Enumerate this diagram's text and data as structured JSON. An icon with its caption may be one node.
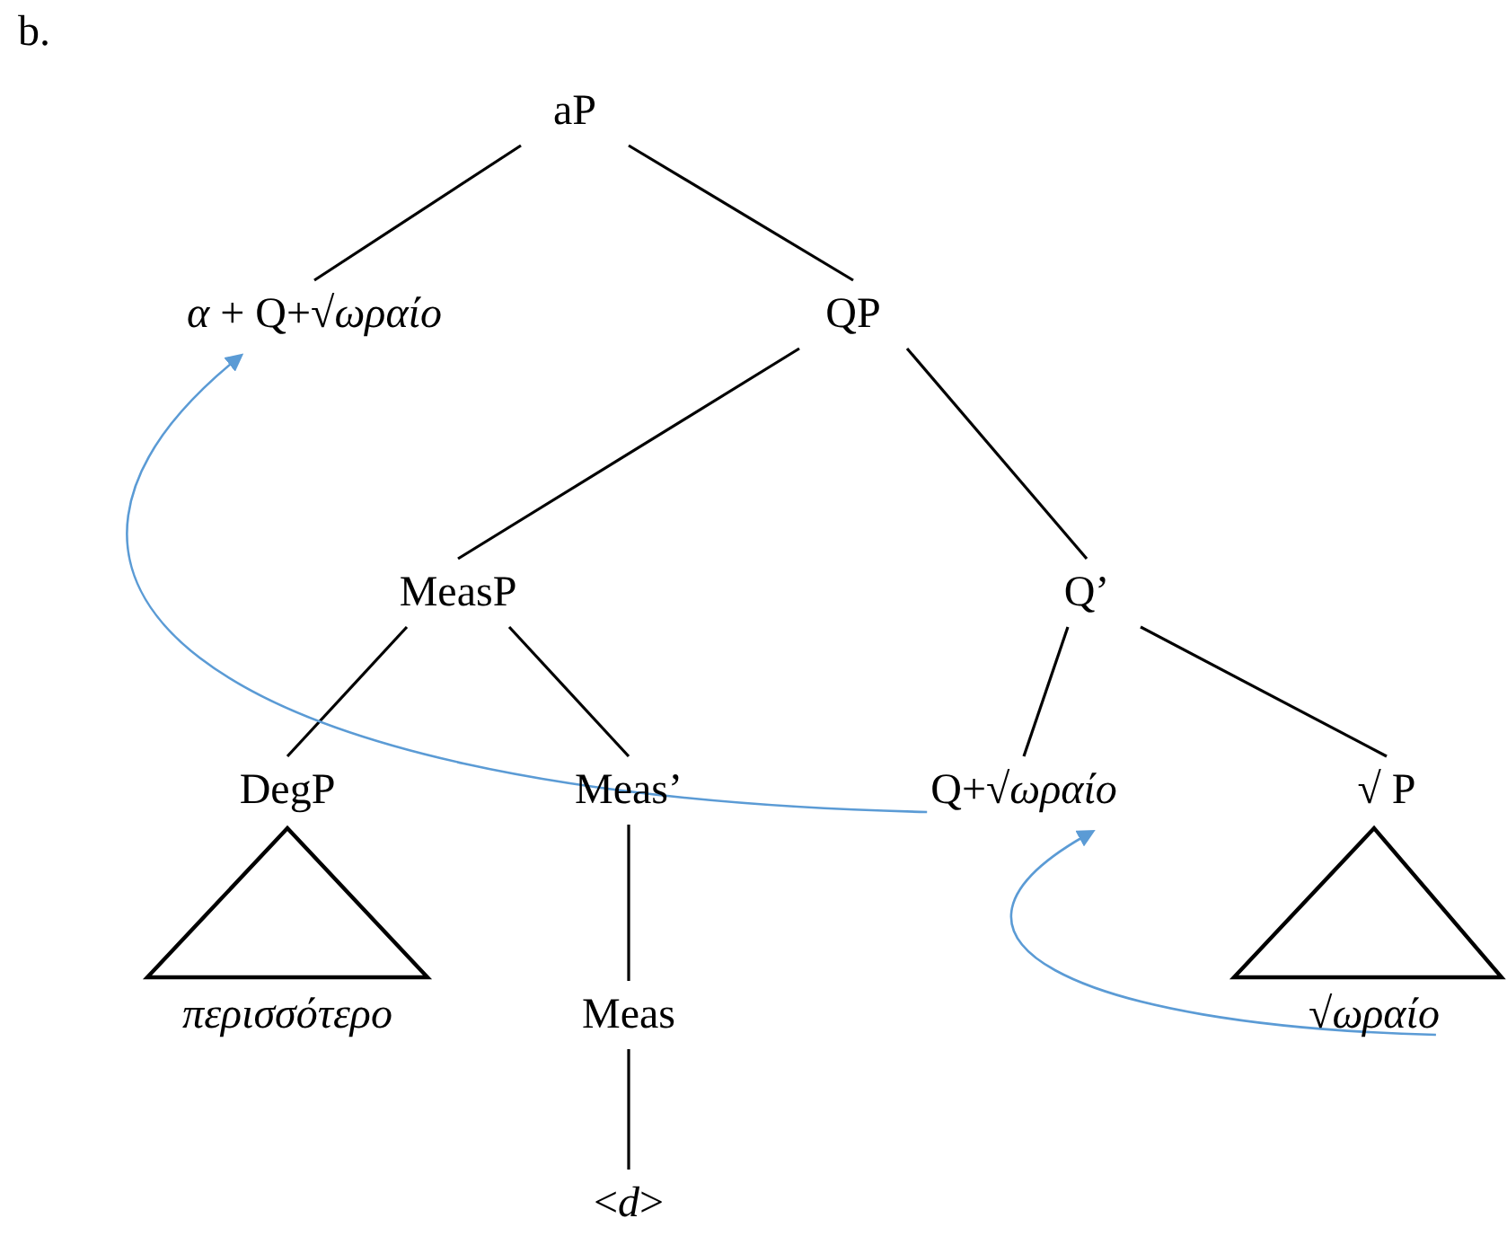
{
  "diagram": {
    "nodes": [
      {
        "text": [
          "aP"
        ]
      },
      {
        "text": [
          "*α* + Q+√*ωραίο*"
        ]
      },
      {
        "text": [
          "QP"
        ]
      },
      {
        "text": [
          "MeasP"
        ]
      },
      {
        "text": [
          "Q’"
        ]
      },
      {
        "text": [
          "DegP"
        ]
      },
      {
        "text": [
          "Meas’"
        ]
      },
      {
        "text": [
          "Q+√*ωραίο*"
        ]
      },
      {
        "text": [
          "√ P"
        ]
      },
      {
        "text": [
          "*περισσότερο*"
        ]
      },
      {
        "text": [
          "Meas"
        ]
      },
      {
        "text": [
          "<*d*>"
        ]
      },
      {
        "text": [
          "√*ωραίο*"
        ]
      }
    ],
    "edges": [
      {
        "from": 0,
        "to": 1,
        "arrow": "none"
      },
      {
        "from": 0,
        "to": 2,
        "arrow": "none"
      },
      {
        "from": 2,
        "to": 3,
        "arrow": "none"
      },
      {
        "from": 2,
        "to": 4,
        "arrow": "none"
      },
      {
        "from": 3,
        "to": 5,
        "arrow": "none"
      },
      {
        "from": 3,
        "to": 6,
        "arrow": "none"
      },
      {
        "from": 4,
        "to": 7,
        "arrow": "none"
      },
      {
        "from": 4,
        "to": 8,
        "arrow": "none"
      },
      {
        "from": 6,
        "to": 10,
        "arrow": "none"
      },
      {
        "from": 10,
        "to": 11,
        "arrow": "none"
      },
      {
        "from": 7,
        "to": 1,
        "arrow": "to",
        "color": "#5b9bd5"
      },
      {
        "from": 12,
        "to": 7,
        "arrow": "to",
        "color": "#5b9bd5"
      }
    ],
    "labels": [
      "b."
    ]
  }
}
